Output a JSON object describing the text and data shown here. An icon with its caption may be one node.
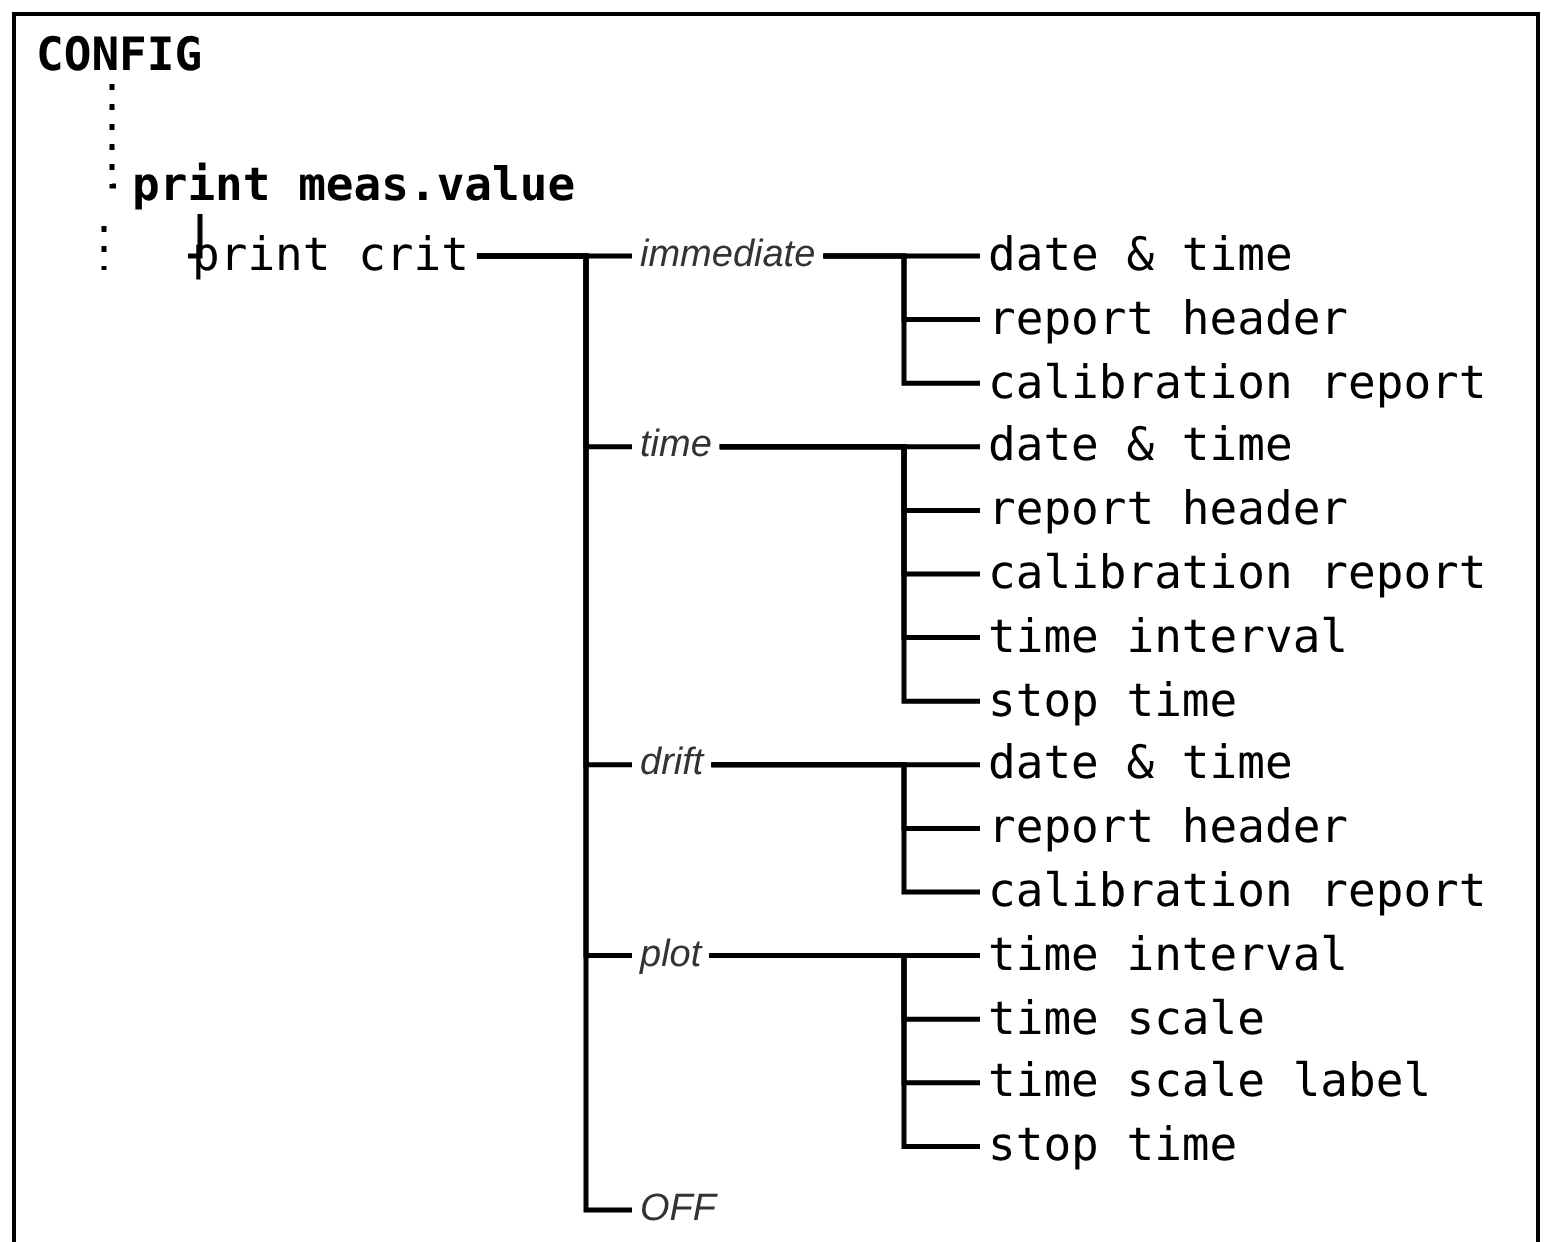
{
  "diagram": {
    "nodes": [
      {
        "text": [
          "CONFIG"
        ]
      },
      {
        "text": [
          "print meas.value"
        ]
      },
      {
        "text": [
          "print crit"
        ]
      },
      {
        "text": [
          "immediate"
        ]
      },
      {
        "text": [
          "date & time"
        ]
      },
      {
        "text": [
          "report header"
        ]
      },
      {
        "text": [
          "calibration report"
        ]
      },
      {
        "text": [
          "time"
        ]
      },
      {
        "text": [
          "date & time"
        ]
      },
      {
        "text": [
          "report header"
        ]
      },
      {
        "text": [
          "calibration report"
        ]
      },
      {
        "text": [
          "time interval"
        ]
      },
      {
        "text": [
          "stop time"
        ]
      },
      {
        "text": [
          "drift"
        ]
      },
      {
        "text": [
          "date & time"
        ]
      },
      {
        "text": [
          "report header"
        ]
      },
      {
        "text": [
          "calibration report"
        ]
      },
      {
        "text": [
          "plot"
        ]
      },
      {
        "text": [
          "time interval"
        ]
      },
      {
        "text": [
          "time scale"
        ]
      },
      {
        "text": [
          "time scale label"
        ]
      },
      {
        "text": [
          "stop time"
        ]
      },
      {
        "text": [
          "OFF"
        ]
      }
    ],
    "edges": [
      {
        "from": 0,
        "to": 1,
        "arrow": "none",
        "style": "dashed"
      },
      {
        "from": 1,
        "to": 2,
        "arrow": "none"
      },
      {
        "from": 2,
        "to": 3,
        "arrow": "none"
      },
      {
        "from": 3,
        "to": 4,
        "arrow": "none"
      },
      {
        "from": 3,
        "to": 5,
        "arrow": "none"
      },
      {
        "from": 3,
        "to": 6,
        "arrow": "none"
      },
      {
        "from": 2,
        "to": 7,
        "arrow": "none"
      },
      {
        "from": 7,
        "to": 8,
        "arrow": "none"
      },
      {
        "from": 7,
        "to": 9,
        "arrow": "none"
      },
      {
        "from": 7,
        "to": 10,
        "arrow": "none"
      },
      {
        "from": 7,
        "to": 11,
        "arrow": "none"
      },
      {
        "from": 7,
        "to": 12,
        "arrow": "none"
      },
      {
        "from": 2,
        "to": 13,
        "arrow": "none"
      },
      {
        "from": 13,
        "to": 14,
        "arrow": "none"
      },
      {
        "from": 13,
        "to": 15,
        "arrow": "none"
      },
      {
        "from": 13,
        "to": 16,
        "arrow": "none"
      },
      {
        "from": 2,
        "to": 17,
        "arrow": "none"
      },
      {
        "from": 17,
        "to": 18,
        "arrow": "none"
      },
      {
        "from": 17,
        "to": 19,
        "arrow": "none"
      },
      {
        "from": 17,
        "to": 20,
        "arrow": "none"
      },
      {
        "from": 17,
        "to": 21,
        "arrow": "none"
      },
      {
        "from": 2,
        "to": 22,
        "arrow": "none"
      }
    ]
  }
}
